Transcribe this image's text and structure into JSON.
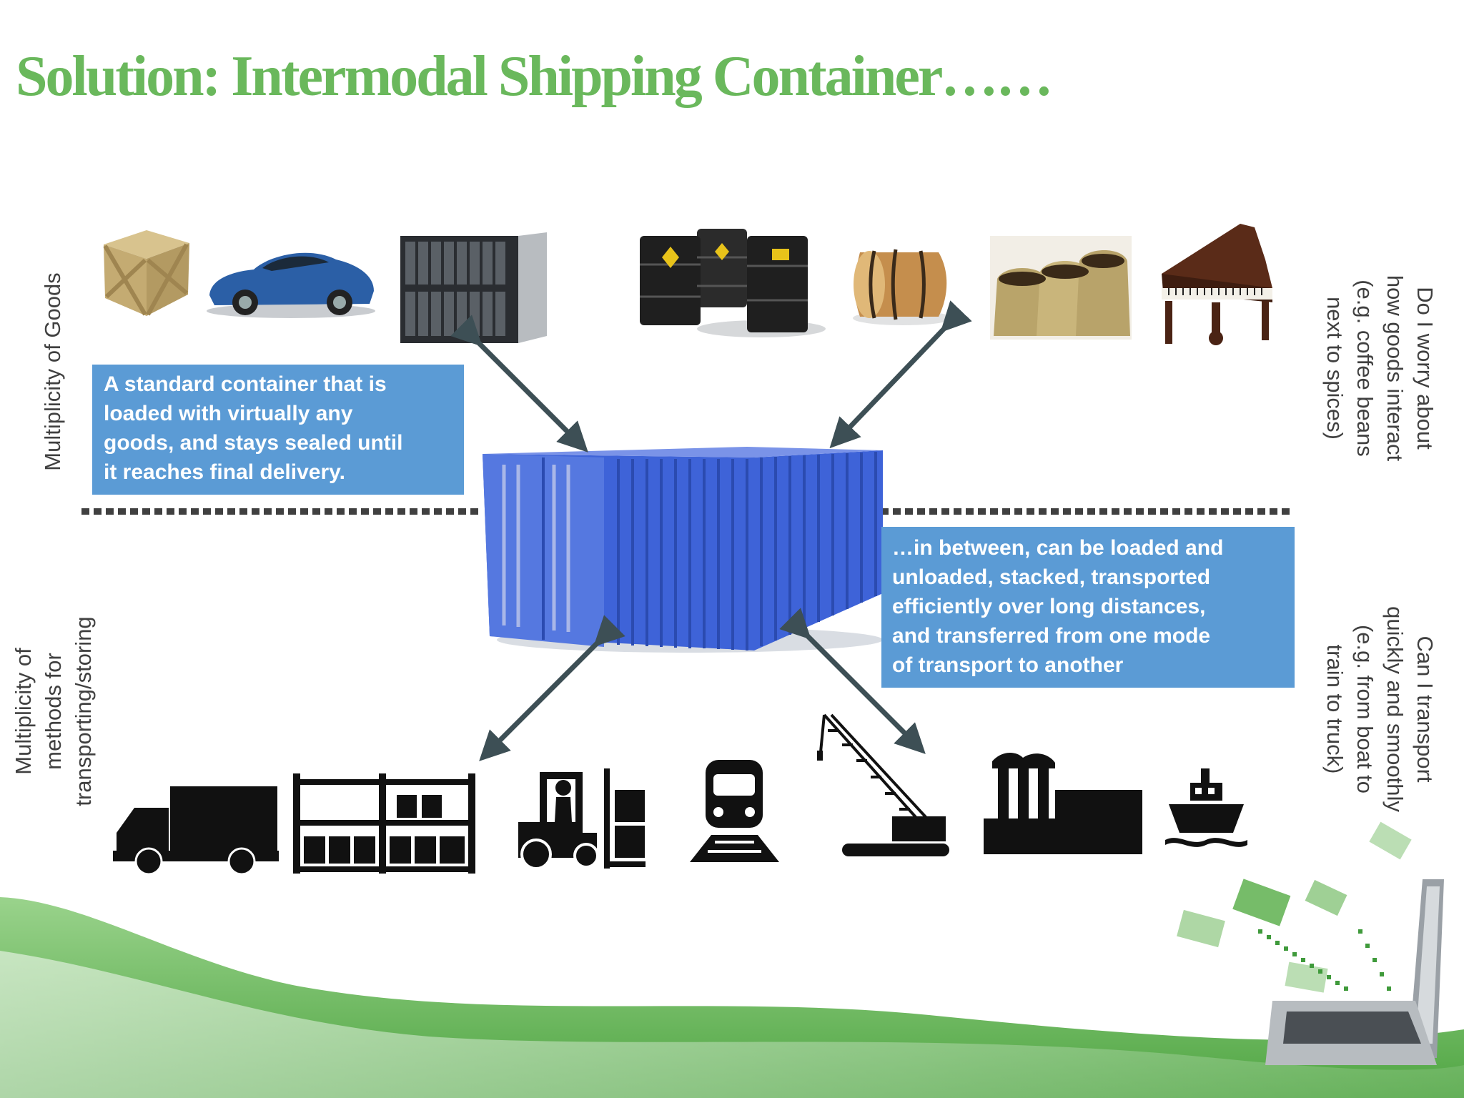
{
  "title": "Solution: Intermodal Shipping Container……",
  "side_labels": {
    "goods": "Multiplicity of Goods",
    "methods": [
      "Multiplicity of",
      "methods for",
      "transporting/storing"
    ],
    "worry": [
      "Do I worry about",
      "how goods interact",
      "(e.g. coffee beans",
      "next to spices)"
    ],
    "transport": [
      "Can I transport",
      "quickly and smoothly",
      "(e.g. from boat to",
      "train to truck)"
    ]
  },
  "callouts": {
    "top": [
      "A standard container that is",
      "loaded with virtually any",
      "goods, and stays sealed until",
      "it reaches final delivery."
    ],
    "bottom": [
      "…in between, can be loaded and",
      "unloaded, stacked, transported",
      "efficiently over long distances,",
      "and transferred from one mode",
      "of transport to another"
    ]
  },
  "colors": {
    "title": "#6ab85c",
    "callout_bg": "#5b9bd5",
    "container": "#3e63d8",
    "arrow": "#3d4f55",
    "wave_green": "#5fb14f"
  },
  "goods_icons": [
    "wooden-crate",
    "blue-sports-car",
    "server-rack",
    "oil-drums",
    "wooden-barrel",
    "coffee-sacks",
    "grand-piano"
  ],
  "transport_icons": [
    "truck",
    "storage-rack",
    "forklift",
    "train",
    "crawler-crane",
    "factory",
    "ship"
  ]
}
